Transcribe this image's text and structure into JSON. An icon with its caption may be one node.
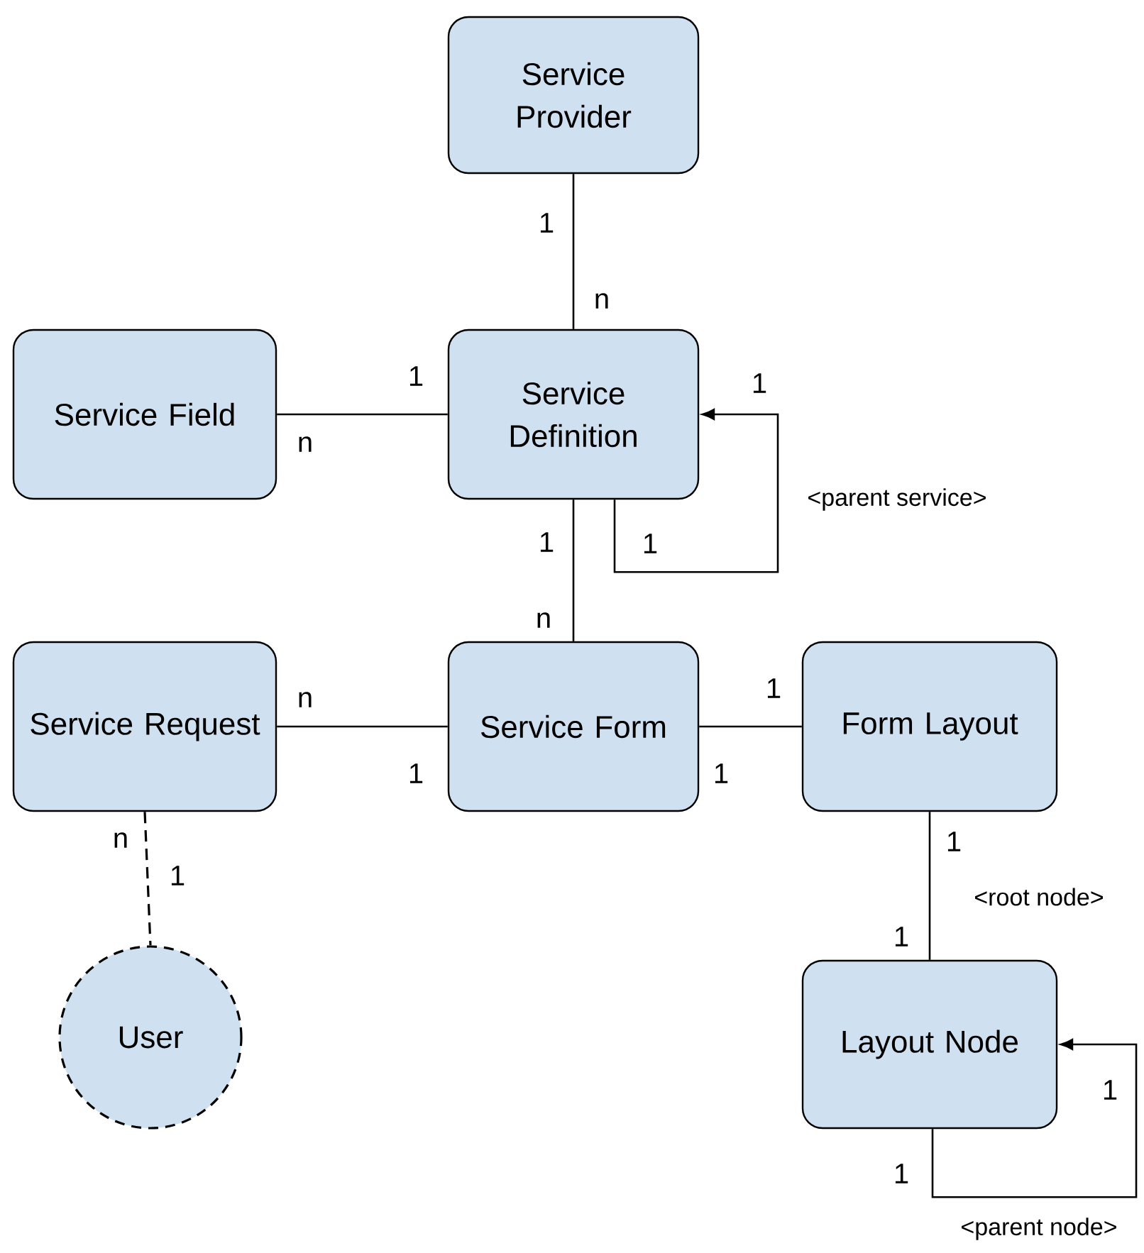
{
  "diagram": {
    "nodes": [
      {
        "text": [
          "Service Provider"
        ]
      },
      {
        "text": [
          "Service Field"
        ]
      },
      {
        "text": [
          "Service Definition"
        ]
      },
      {
        "text": [
          "Service Request"
        ]
      },
      {
        "text": [
          "Service Form"
        ]
      },
      {
        "text": [
          "Form Layout"
        ]
      },
      {
        "text": [
          "User"
        ]
      },
      {
        "text": [
          "Layout Node"
        ]
      }
    ],
    "edges": [
      {
        "from": 0,
        "to": 2,
        "arrow": "none"
      },
      {
        "from": 1,
        "to": 2,
        "arrow": "none"
      },
      {
        "from": 2,
        "to": 2,
        "arrow": "to",
        "label": "<parent service>"
      },
      {
        "from": 2,
        "to": 4,
        "arrow": "none"
      },
      {
        "from": 3,
        "to": 4,
        "arrow": "none"
      },
      {
        "from": 4,
        "to": 5,
        "arrow": "none"
      },
      {
        "from": 3,
        "to": 6,
        "arrow": "none",
        "style": "dashed"
      },
      {
        "from": 5,
        "to": 7,
        "arrow": "none",
        "label": "<root node>"
      },
      {
        "from": 7,
        "to": 7,
        "arrow": "to",
        "label": "<parent node>"
      }
    ],
    "labels": [
      "1",
      "n",
      "1",
      "1",
      "n",
      "1",
      "1",
      "n",
      "n",
      "1",
      "1",
      "1",
      "n",
      "1",
      "1",
      "1",
      "1",
      "1"
    ]
  }
}
